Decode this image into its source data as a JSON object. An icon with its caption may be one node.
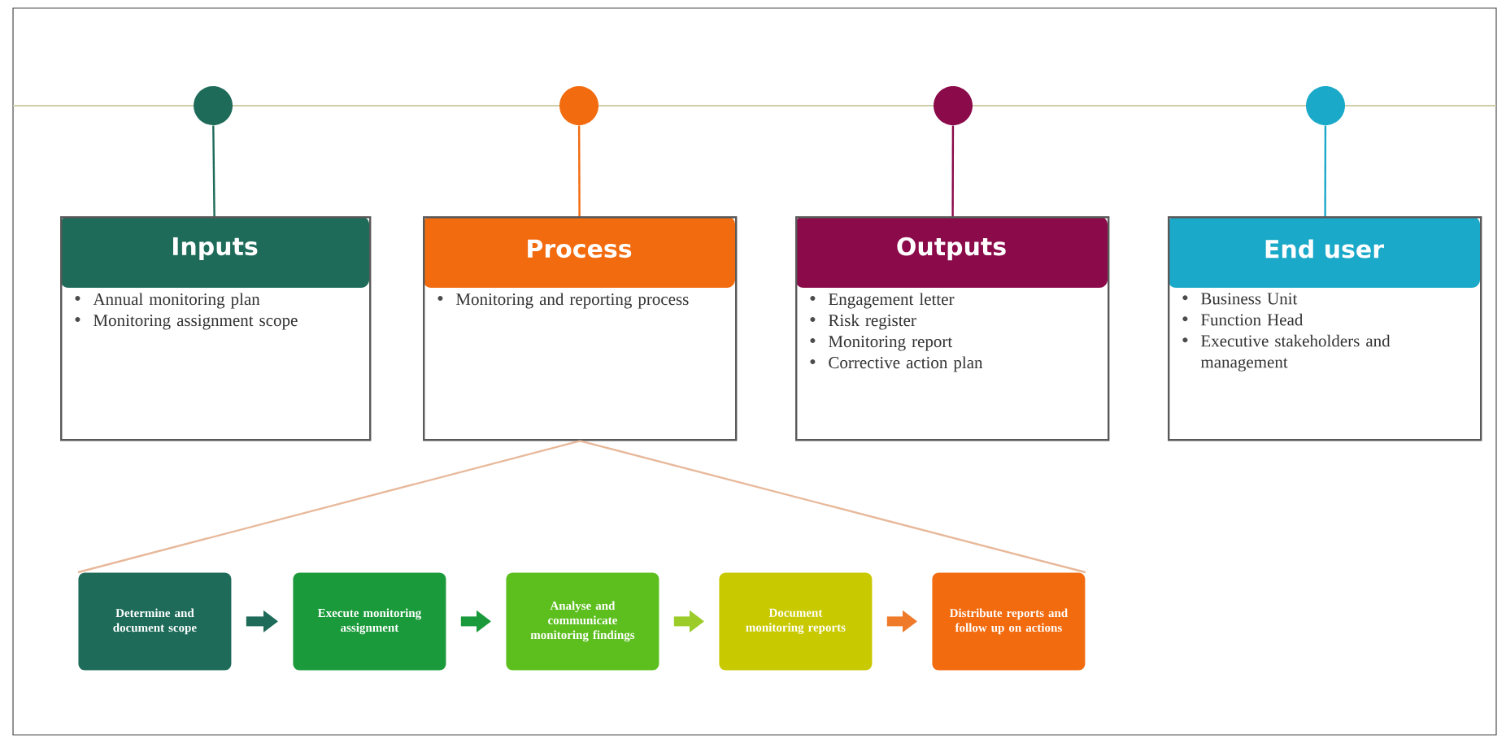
{
  "diagram": {
    "nodes": [
      {
        "text": [],
        "shape": "circle"
      },
      {
        "text": [],
        "shape": "circle"
      },
      {
        "text": [],
        "shape": "circle"
      },
      {
        "text": [],
        "shape": "circle"
      },
      {
        "text": [
          "Inputs",
          "Annual monitoring plan",
          "Monitoring assignment scope"
        ]
      },
      {
        "text": [
          "Process",
          "Monitoring and reporting process"
        ]
      },
      {
        "text": [
          "Outputs",
          "Engagement letter",
          "Risk register",
          "Monitoring report",
          "Corrective action plan"
        ]
      },
      {
        "text": [
          "End user",
          "Business Unit",
          "Function Head",
          "Executive stakeholders and management"
        ]
      },
      {
        "text": [
          "Determine and document scope"
        ]
      },
      {
        "text": [
          "Execute monitoring assignment"
        ]
      },
      {
        "text": [
          "Analyse and communicate monitoring findings"
        ]
      },
      {
        "text": [
          "Document monitoring reports"
        ]
      },
      {
        "text": [
          "Distribute reports and follow up on actions"
        ]
      }
    ],
    "edges": [
      {
        "from": 0,
        "to": 4,
        "arrow": "none",
        "color": "#1e6b5a"
      },
      {
        "from": 1,
        "to": 5,
        "arrow": "none",
        "color": "#f26b0f"
      },
      {
        "from": 2,
        "to": 6,
        "arrow": "none",
        "color": "#8b0a4a"
      },
      {
        "from": 3,
        "to": 7,
        "arrow": "none",
        "color": "#1ba9c9"
      },
      {
        "from": 5,
        "to": 8,
        "arrow": "none",
        "color": "#e8b89a"
      },
      {
        "from": 5,
        "to": 12,
        "arrow": "none",
        "color": "#e8b89a"
      },
      {
        "from": 8,
        "to": 9,
        "arrow": "to",
        "style": "thick",
        "color": "#1e6b5a"
      },
      {
        "from": 9,
        "to": 10,
        "arrow": "to",
        "style": "thick",
        "color": "#1a9a3a"
      },
      {
        "from": 10,
        "to": 11,
        "arrow": "to",
        "style": "thick",
        "color": "#9ccc2a"
      },
      {
        "from": 11,
        "to": 12,
        "arrow": "to",
        "style": "thick",
        "color": "#ee7a2a"
      }
    ]
  }
}
